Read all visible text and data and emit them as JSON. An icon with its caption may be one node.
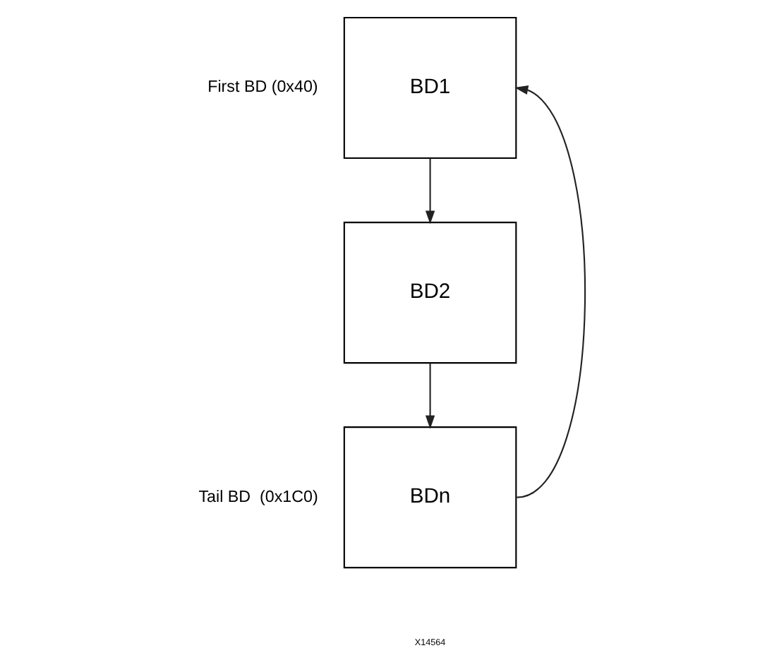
{
  "diagram": {
    "nodes": [
      {
        "text": [
          "BD1"
        ],
        "beside": [
          "First BD (0x40)"
        ]
      },
      {
        "text": [
          "BD2"
        ]
      },
      {
        "text": [
          "BDn"
        ],
        "beside": [
          "Tail BD  (0x1C0)"
        ]
      }
    ],
    "edges": [
      {
        "from": 0,
        "to": 1,
        "arrow": "to"
      },
      {
        "from": 1,
        "to": 2,
        "arrow": "to"
      },
      {
        "from": 2,
        "to": 0,
        "arrow": "to"
      }
    ],
    "labels": [
      "X14564"
    ]
  }
}
